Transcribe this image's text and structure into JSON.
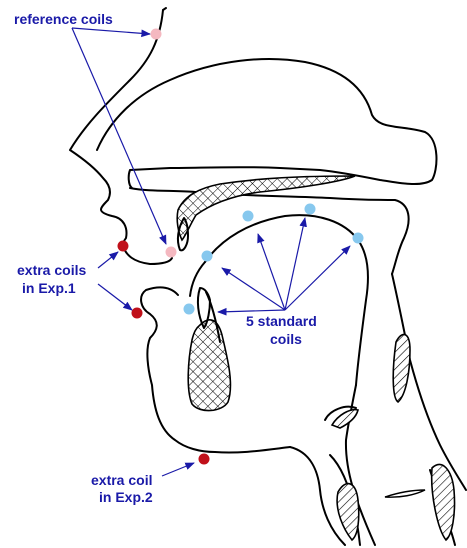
{
  "labels": {
    "reference_coils": "reference coils",
    "extra_coils_exp1_line1": "extra coils",
    "extra_coils_exp1_line2": "in Exp.1",
    "standard_coils_line1": "5 standard",
    "standard_coils_line2": "coils",
    "extra_coil_exp2_line1": "extra coil",
    "extra_coil_exp2_line2": "in Exp.2"
  },
  "colors": {
    "reference_coil": "#f4b8c0",
    "standard_coil": "#87c8ee",
    "extra_coil": "#c0101a",
    "annotation": "#1a1aa8"
  }
}
